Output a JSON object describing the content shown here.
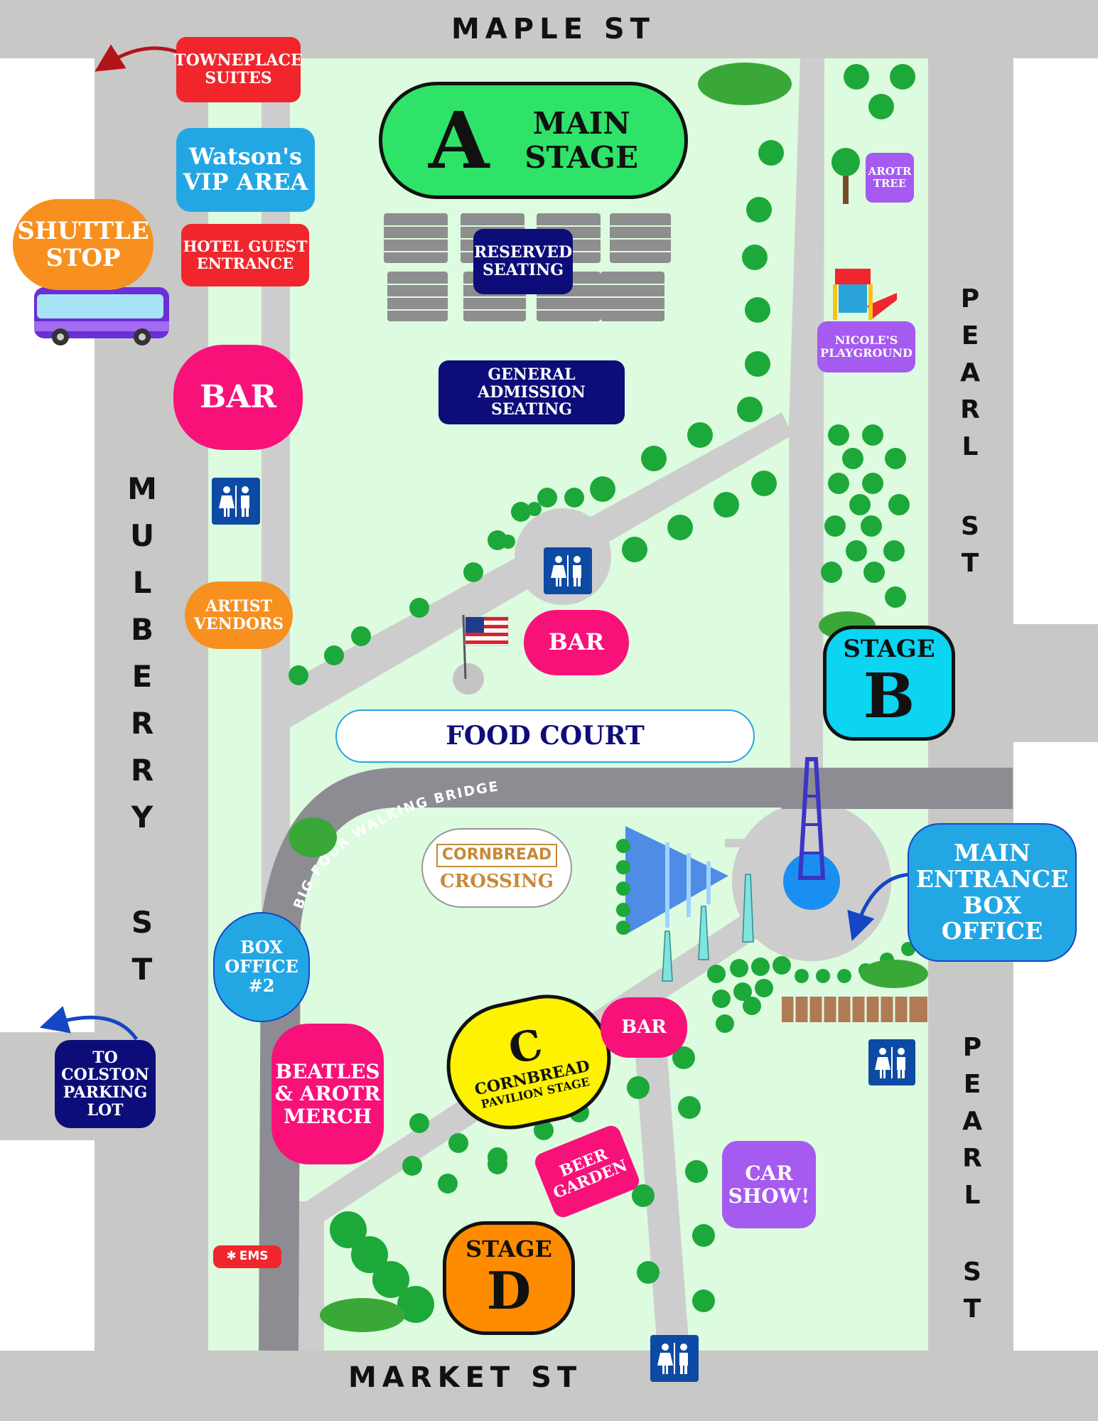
{
  "streets": {
    "top": "MAPLE ST",
    "bottom": "MARKET ST",
    "left_top": [
      "M",
      "U",
      "L",
      "B",
      "E",
      "R",
      "R",
      "Y"
    ],
    "left_bottom": [
      "S",
      "T"
    ],
    "right_upper": [
      "P",
      "E",
      "A",
      "R",
      "L"
    ],
    "right_upper_st": [
      "S",
      "T"
    ],
    "right_lower": [
      "P",
      "E",
      "A",
      "R",
      "L"
    ],
    "right_lower_st": [
      "S",
      "T"
    ]
  },
  "labels": {
    "towneplace": [
      "TOWNEPLACE",
      "SUITES"
    ],
    "vip": [
      "Watson's",
      "VIP AREA"
    ],
    "hotel": [
      "HOTEL GUEST",
      "ENTRANCE"
    ],
    "shuttle": [
      "SHUTTLE",
      "STOP"
    ],
    "bar_left": "BAR",
    "artist": [
      "ARTIST",
      "VENDORS"
    ],
    "main_letter": "A",
    "main_stage": [
      "MAIN",
      "STAGE"
    ],
    "reserved": [
      "RESERVED",
      "SEATING"
    ],
    "general": [
      "GENERAL ADMISSION",
      "SEATING"
    ],
    "arotr_tree": [
      "AROTR",
      "TREE"
    ],
    "playground": [
      "NICOLE'S",
      "PLAYGROUND"
    ],
    "bar_center": "BAR",
    "stage_b": "STAGE",
    "stage_b_letter": "B",
    "food_court": "FOOD COURT",
    "bridge": "BIG FOUR WALKING BRIDGE",
    "cornbread_top": "CORNBREAD",
    "cornbread_bottom": "CROSSING",
    "main_entrance": [
      "MAIN",
      "ENTRANCE",
      "BOX OFFICE"
    ],
    "box_office2": [
      "BOX",
      "OFFICE",
      "#2"
    ],
    "colston": [
      "TO",
      "COLSTON",
      "PARKING",
      "LOT"
    ],
    "merch": [
      "BEATLES",
      "& AROTR",
      "MERCH"
    ],
    "stage_c_letter": "C",
    "stage_c_name": [
      "CORNBREAD",
      "PAVILION STAGE"
    ],
    "bar_lower": "BAR",
    "beer_garden": [
      "BEER",
      "GARDEN"
    ],
    "car_show": [
      "CAR",
      "SHOW!"
    ],
    "ems": "EMS",
    "stage_d": "STAGE",
    "stage_d_letter": "D"
  },
  "colors": {
    "road": "#c8c8c6",
    "park": "#ddfbdf",
    "path": "#cdcdcd",
    "bridge": "#8d8c92",
    "main_stage": "#2fe368",
    "stage_b": "#0bd5f1",
    "stage_c": "#fff200",
    "stage_d": "#ff8c00",
    "bar_pink": "#f9117a",
    "red_label": "#f0262c",
    "blue_label": "#23a7e4",
    "navy_label": "#0d0d7a",
    "purple_label": "#a55af0",
    "orange_label": "#f7901e",
    "restroom": "#0d4aa3",
    "tree": "#1da83a"
  }
}
